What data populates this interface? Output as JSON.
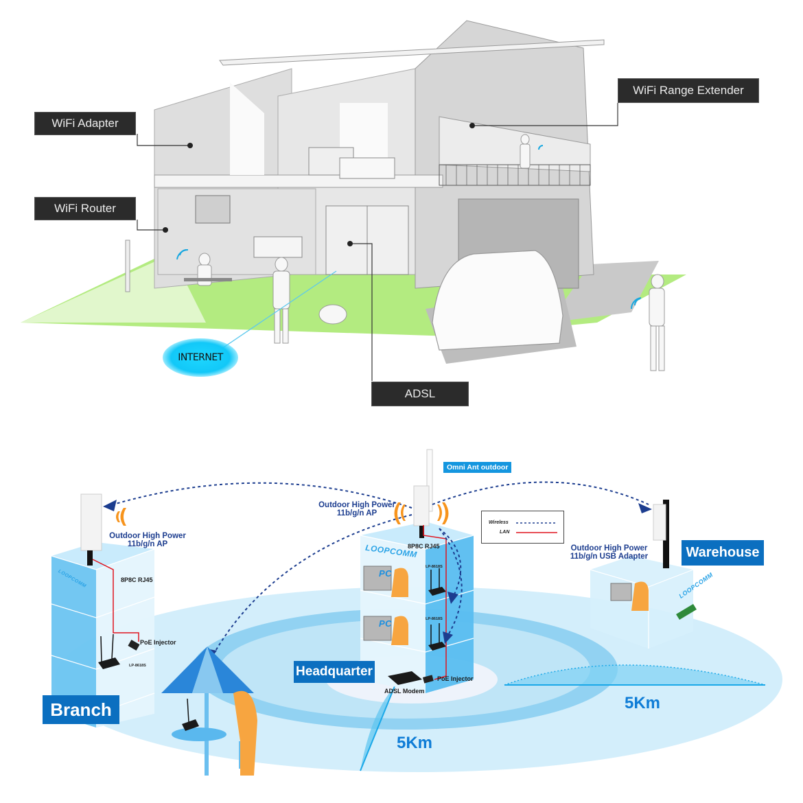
{
  "top_diagram": {
    "title": "Home WiFi network",
    "callouts": {
      "wifi_adapter": "WiFi Adapter",
      "wifi_router": "WiFi Router",
      "wifi_range_extender": "WiFi Range Extender",
      "adsl": "ADSL"
    },
    "internet_label": "INTERNET",
    "colors": {
      "callout_bg": "#2b2b2b",
      "lawn": "#8fe33a",
      "internet": "#12c8f8",
      "house": "#d9d9d9"
    }
  },
  "bottom_diagram": {
    "locations": {
      "branch": "Branch",
      "headquarter": "Headquarter",
      "warehouse": "Warehouse"
    },
    "devices": {
      "branch_ap": [
        "Outdoor High Power",
        "11b/g/n AP"
      ],
      "hq_ap": [
        "Outdoor High Power",
        "11b/g/n AP"
      ],
      "warehouse_adapter": [
        "Outdoor High Power",
        "11b/g/n USB Adapter"
      ],
      "omni_antenna": "Omni Ant outdoor",
      "branch_rj45": "8P8C RJ45",
      "hq_rj45": "8P8C RJ45",
      "branch_poe": "PoE Injector",
      "hq_poe": "PoE Injector",
      "branch_router": "LP-8618S",
      "hq_router_1": "LP-8618S",
      "hq_router_2": "LP-8618S",
      "adsl_modem": "ADSL Modem",
      "pc_1": "PC",
      "pc_2": "PC"
    },
    "brand": "LOOPCOMM",
    "legend": {
      "wireless": "Wireless",
      "lan": "LAN"
    },
    "ranges": {
      "range_1": "5Km",
      "range_2": "5Km"
    },
    "colors": {
      "location_bg": "#0b6fc0",
      "wireless": "#1c3d8f",
      "lan": "#e0141e",
      "range_text": "#0e7cd6",
      "signal": "#f7941d"
    }
  }
}
